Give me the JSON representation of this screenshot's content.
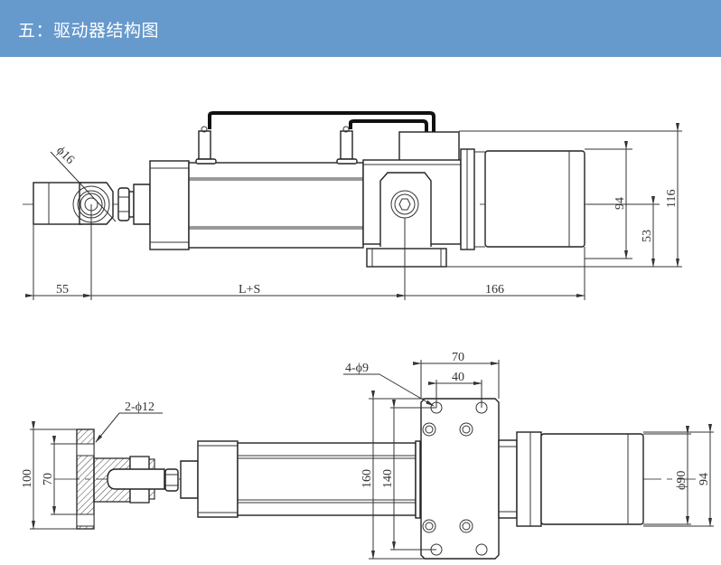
{
  "header": {
    "title": "五：驱动器结构图",
    "background_color": "#6699cc"
  },
  "side_view": {
    "dimensions": {
      "rod_end_hole": "ϕ16",
      "rod_end_offset": "55",
      "stroke_length": "L+S",
      "motor_length": "166",
      "motor_height": "94",
      "axis_height": "53",
      "total_height": "116"
    }
  },
  "top_view": {
    "dimensions": {
      "clevis_holes": "2-ϕ12",
      "clevis_outer": "100",
      "clevis_hole_spacing": "70",
      "flange_holes": "4-ϕ9",
      "flange_width": "70",
      "flange_hole_spacing_x": "40",
      "flange_height": "160",
      "flange_hole_spacing_y": "140",
      "motor_diameter": "ϕ90",
      "motor_square": "94"
    }
  }
}
